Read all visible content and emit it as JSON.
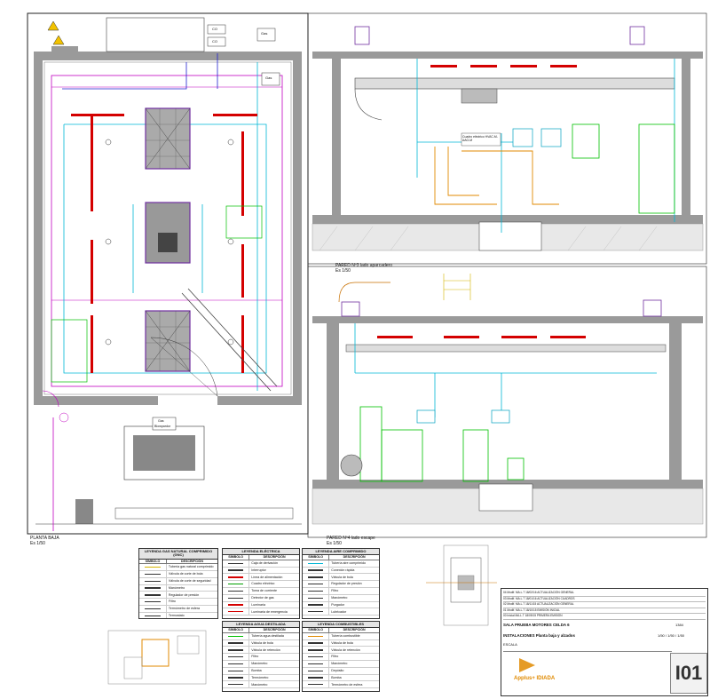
{
  "drawing": {
    "plan_title": "PLANTA BAJA",
    "plan_scale": "Es 1/50",
    "section_top_title": "PARED Nº3 lado aparcadero",
    "section_top_scale": "Es 1/50",
    "section_bottom_title": "PARED Nº4 lado escape",
    "section_bottom_scale": "Es 1/50",
    "plan_tags": [
      "CO",
      "CO",
      "Gas",
      "Gas"
    ],
    "bottom_tag_1": "Gas",
    "bottom_tag_2": "Blowpardor",
    "cuadro_label": "Cuadro eléctrico HVAC-M-AAO-M"
  },
  "legends": [
    {
      "title": "LEYENDA GAS NATURAL COMPRIMIDO (GNC)",
      "cols": [
        "SÍMBOLO",
        "DESCRIPCIÓN"
      ],
      "rows": [
        {
          "color": "#d6b500",
          "text": "Tubería gas natural comprimido"
        },
        {
          "color": "#333333",
          "text": "Válvula de corte de bola"
        },
        {
          "color": "#333333",
          "text": "Válvula de corte de seguridad"
        },
        {
          "color": "#333333",
          "text": "Manómetro"
        },
        {
          "color": "#333333",
          "text": "Regulador de presión"
        },
        {
          "color": "#333333",
          "text": "Filtro"
        },
        {
          "color": "#333333",
          "text": "Termómetro de esfera"
        },
        {
          "color": "#333333",
          "text": "Termostato"
        }
      ]
    },
    {
      "title": "LEYENDA ELÉCTRICA",
      "cols": [
        "SÍMBOLO",
        "DESCRIPCIÓN"
      ],
      "rows": [
        {
          "color": "#333333",
          "text": "Caja de derivación"
        },
        {
          "color": "#333333",
          "text": "Interruptor"
        },
        {
          "color": "#d40000",
          "text": "Línea de alimentación"
        },
        {
          "color": "#00a000",
          "text": "Cuadro eléctrico"
        },
        {
          "color": "#333333",
          "text": "Toma de corriente"
        },
        {
          "color": "#333333",
          "text": "Detector de gas"
        },
        {
          "color": "#d40000",
          "text": "Luminaria"
        },
        {
          "color": "#d40000",
          "text": "Luminaria de emergencia"
        }
      ]
    },
    {
      "title": "LEYENDA AIRE COMPRIMIDO",
      "cols": [
        "SÍMBOLO",
        "DESCRIPCIÓN"
      ],
      "rows": [
        {
          "color": "#00b7d6",
          "text": "Tubería aire comprimido"
        },
        {
          "color": "#333333",
          "text": "Conexión rápida"
        },
        {
          "color": "#333333",
          "text": "Válvula de bola"
        },
        {
          "color": "#333333",
          "text": "Regulador de presión"
        },
        {
          "color": "#333333",
          "text": "Filtro"
        },
        {
          "color": "#333333",
          "text": "Manómetro"
        },
        {
          "color": "#333333",
          "text": "Purgador"
        },
        {
          "color": "#333333",
          "text": "Lubricador"
        }
      ]
    },
    {
      "title": "LEYENDA AGUA DESTILADA",
      "cols": [
        "SÍMBOLO",
        "DESCRIPCIÓN"
      ],
      "rows": [
        {
          "color": "#00c000",
          "text": "Tubería agua destilada"
        },
        {
          "color": "#333333",
          "text": "Válvula de bola"
        },
        {
          "color": "#333333",
          "text": "Válvula de retención"
        },
        {
          "color": "#333333",
          "text": "Filtro"
        },
        {
          "color": "#333333",
          "text": "Manómetro"
        },
        {
          "color": "#333333",
          "text": "Bomba"
        },
        {
          "color": "#333333",
          "text": "Termómetro"
        },
        {
          "color": "#333333",
          "text": "Manómetro"
        }
      ]
    },
    {
      "title": "LEYENDA COMBUSTIBLES",
      "cols": [
        "SÍMBOLO",
        "DESCRIPCIÓN"
      ],
      "rows": [
        {
          "color": "#e08a00",
          "text": "Tubería combustible"
        },
        {
          "color": "#333333",
          "text": "Válvula de bola"
        },
        {
          "color": "#333333",
          "text": "Válvula de retención"
        },
        {
          "color": "#333333",
          "text": "Filtro"
        },
        {
          "color": "#333333",
          "text": "Manómetro"
        },
        {
          "color": "#333333",
          "text": "Depósito"
        },
        {
          "color": "#333333",
          "text": "Bomba"
        },
        {
          "color": "#333333",
          "text": "Termómetro de esfera"
        }
      ]
    }
  ],
  "title_block": {
    "project": "SALA PRUEBA MOTORES CELDA 6",
    "drawing_name": "INSTALACIONES Planta baja y alzados",
    "scale": "ESCALA",
    "sheet_number": "I01",
    "company": "Applus+ IDIADA",
    "revision_code": "1384",
    "date_label": "1/50 / 1/50 / 1/50",
    "rev_rows": [
      "04  Modif.  MA.L.T  18/02/16  ACTUALIZACIÓN GENERAL",
      "03  Modif.  MA.L.T  18/01/16  ACTUALIZACIÓN CUADROS",
      "02  Modif.  MA.L.T  18/11/15  ACTUALIZACIÓN GENERAL",
      "01  Modif.  MA.L.T  18/10/15  EMISIÓN INICIAL",
      "00  Inicial  MA.L.T  18/09/15  PRIMERA EMISIÓN"
    ]
  },
  "colors": {
    "wall": "#9a9a9a",
    "magenta": "#c000c0",
    "cyan": "#00b7d6",
    "red": "#d40000",
    "green": "#00c000",
    "orange": "#e08a00",
    "purple": "#7030a0",
    "blue": "#2020d0"
  }
}
